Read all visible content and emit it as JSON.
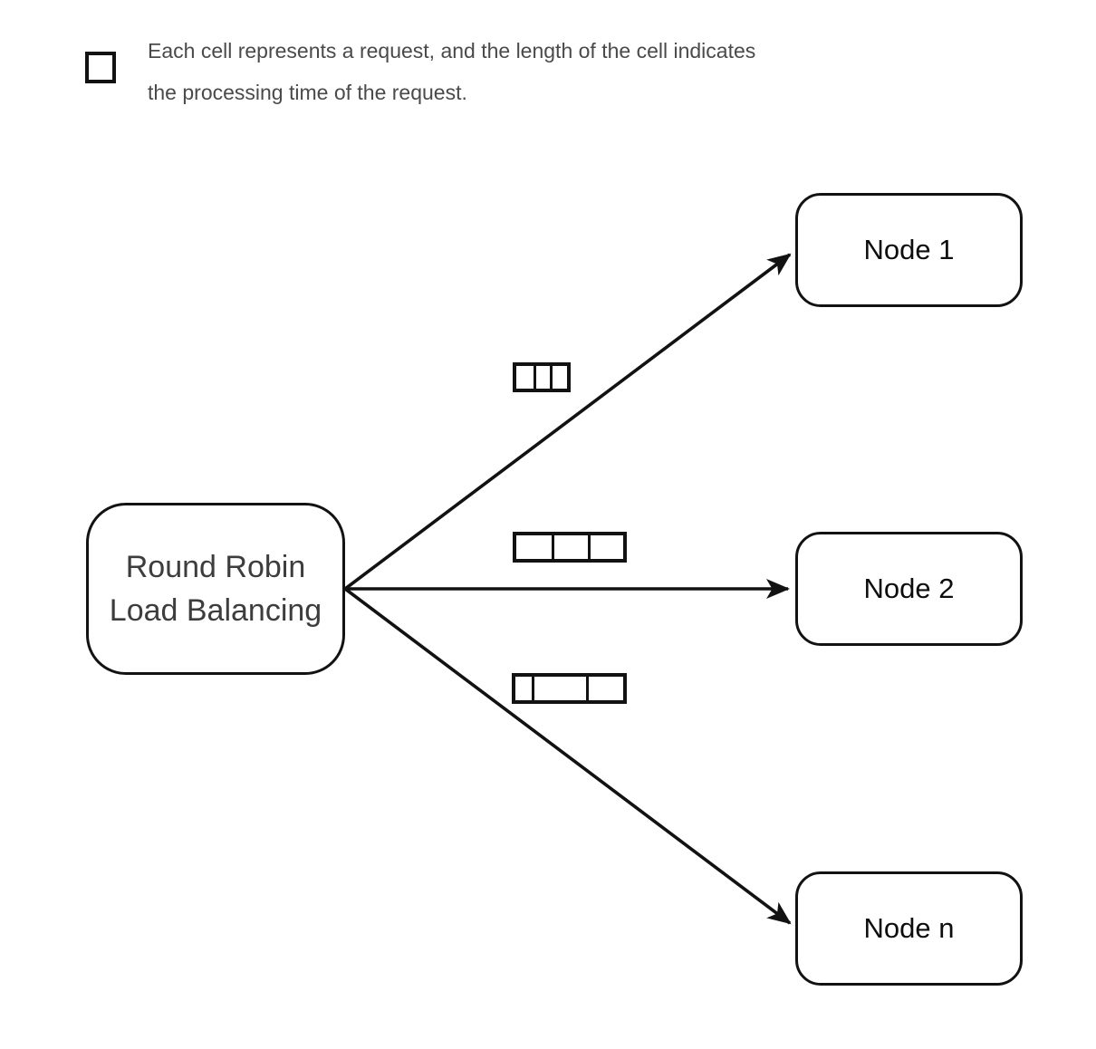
{
  "legend": {
    "swatch_icon": "cell-square",
    "text": "Each cell represents a request, and the length of the cell indicates\nthe processing time of the request."
  },
  "source": {
    "label": "Round Robin\nLoad Balancing"
  },
  "nodes": [
    {
      "label": "Node 1"
    },
    {
      "label": "Node 2"
    },
    {
      "label": "Node n"
    }
  ],
  "request_groups": [
    {
      "target": "Node 1",
      "cell_count": 3,
      "cell_widths_pct": [
        33.3,
        33.3,
        33.4
      ]
    },
    {
      "target": "Node 2",
      "cell_count": 3,
      "cell_widths_pct": [
        33.3,
        33.7,
        33.0
      ]
    },
    {
      "target": "Node n",
      "cell_count": 3,
      "cell_widths_pct": [
        15.5,
        50.0,
        34.5
      ]
    }
  ],
  "colors": {
    "stroke": "#121212",
    "legend_text": "#4a4a4a",
    "source_text": "#3d3d3d",
    "node_text": "#0d0d0d",
    "bg": "#ffffff"
  }
}
